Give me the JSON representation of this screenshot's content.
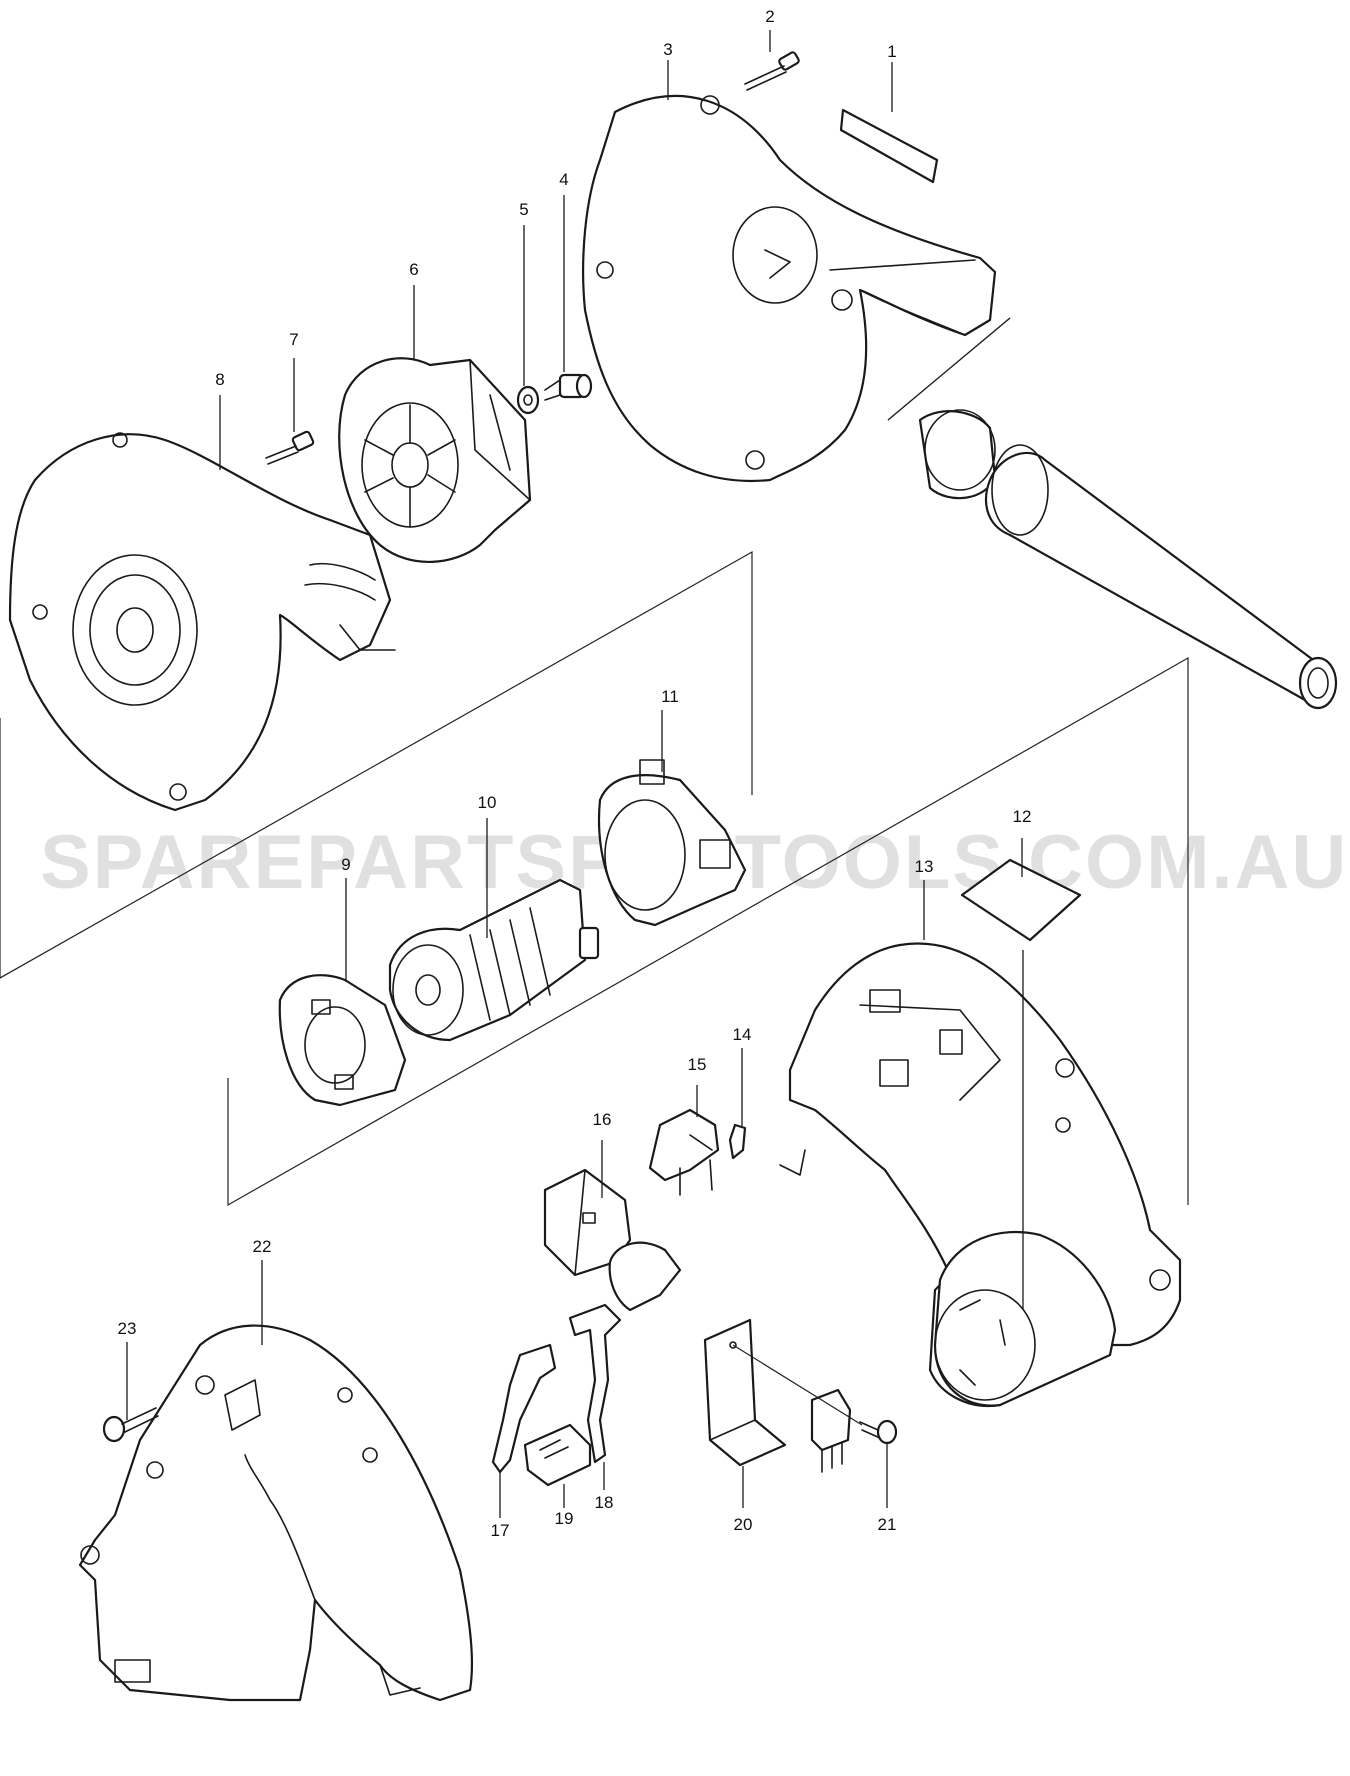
{
  "watermark": "SPAREPARTSFORTOOLS.COM.AU",
  "callouts": [
    "1",
    "2",
    "3",
    "4",
    "5",
    "6",
    "7",
    "8",
    "9",
    "10",
    "11",
    "12",
    "13",
    "14",
    "15",
    "16",
    "17",
    "18",
    "19",
    "20",
    "21",
    "22",
    "23"
  ],
  "parts": [
    {
      "icon": "label-plate-icon"
    },
    {
      "icon": "screw-icon"
    },
    {
      "icon": "fan-housing-cover-icon"
    },
    {
      "icon": "nut-icon"
    },
    {
      "icon": "washer-icon"
    },
    {
      "icon": "fan-impeller-icon"
    },
    {
      "icon": "screw-icon"
    },
    {
      "icon": "fan-housing-icon"
    },
    {
      "icon": "brush-holder-icon"
    },
    {
      "icon": "motor-icon"
    },
    {
      "icon": "motor-insulator-icon"
    },
    {
      "icon": "label-icon"
    },
    {
      "icon": "housing-set-icon"
    },
    {
      "icon": "terminal-clip-icon"
    },
    {
      "icon": "switch-lever-icon"
    },
    {
      "icon": "switch-icon"
    },
    {
      "icon": "terminal-icon"
    },
    {
      "icon": "terminal-icon"
    },
    {
      "icon": "connector-icon"
    },
    {
      "icon": "bracket-icon"
    },
    {
      "icon": "screw-icon"
    },
    {
      "icon": "housing-half-icon"
    },
    {
      "icon": "screw-icon"
    }
  ]
}
